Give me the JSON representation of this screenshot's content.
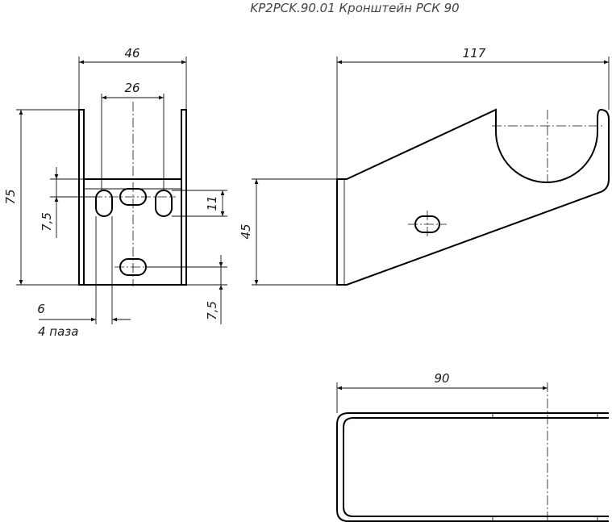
{
  "title": "KP2PCK.90.01 Кронштейн РСК 90",
  "front_view": {
    "dim_width": "46",
    "dim_slot_spacing": "26",
    "dim_height": "75",
    "dim_slot_offset": "7,5",
    "dim_slot_length": "11",
    "dim_bottom_offset": "7,5",
    "dim_slot_width": "6",
    "slot_note": "4 паза"
  },
  "side_view": {
    "dim_length": "117",
    "dim_height": "45"
  },
  "top_view": {
    "dim_length": "90"
  }
}
